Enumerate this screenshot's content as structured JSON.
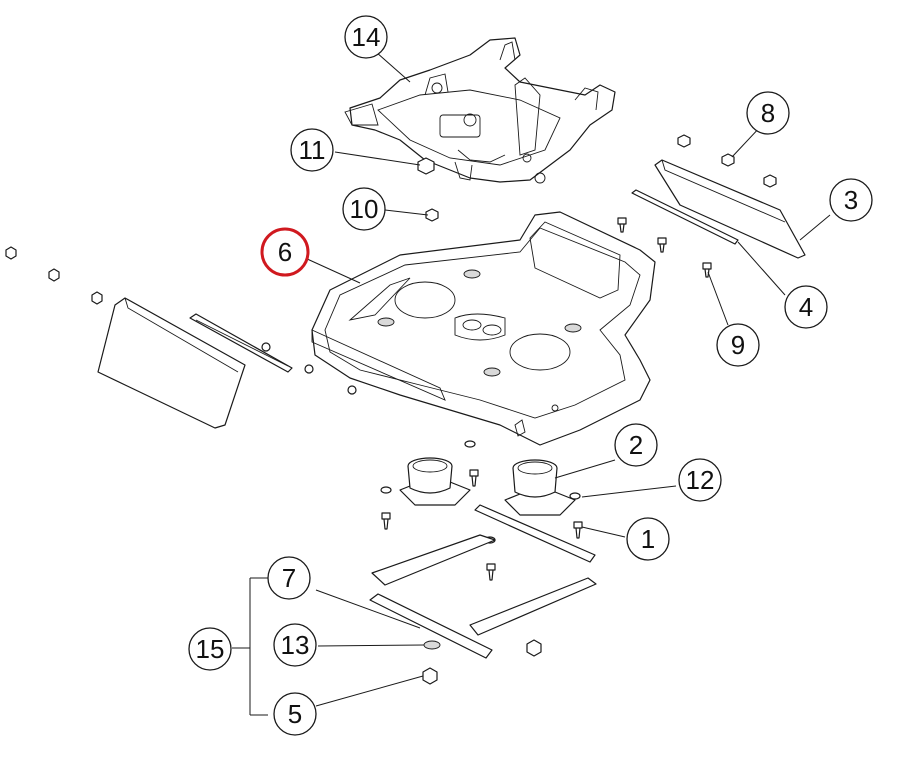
{
  "callouts": [
    {
      "id": "c1",
      "label": "1",
      "highlight": false
    },
    {
      "id": "c2",
      "label": "2",
      "highlight": false
    },
    {
      "id": "c3",
      "label": "3",
      "highlight": false
    },
    {
      "id": "c4",
      "label": "4",
      "highlight": false
    },
    {
      "id": "c5",
      "label": "5",
      "highlight": false
    },
    {
      "id": "c6",
      "label": "6",
      "highlight": true
    },
    {
      "id": "c7",
      "label": "7",
      "highlight": false
    },
    {
      "id": "c8",
      "label": "8",
      "highlight": false
    },
    {
      "id": "c9",
      "label": "9",
      "highlight": false
    },
    {
      "id": "c10",
      "label": "10",
      "highlight": false
    },
    {
      "id": "c11",
      "label": "11",
      "highlight": false
    },
    {
      "id": "c12",
      "label": "12",
      "highlight": false
    },
    {
      "id": "c13",
      "label": "13",
      "highlight": false
    },
    {
      "id": "c14",
      "label": "14",
      "highlight": false
    },
    {
      "id": "c15",
      "label": "15",
      "highlight": false
    }
  ],
  "colors": {
    "highlight": "#d0191f",
    "line": "#1a1a1a",
    "part_fill": "#ffffff",
    "shade": "#d9d9d9"
  }
}
